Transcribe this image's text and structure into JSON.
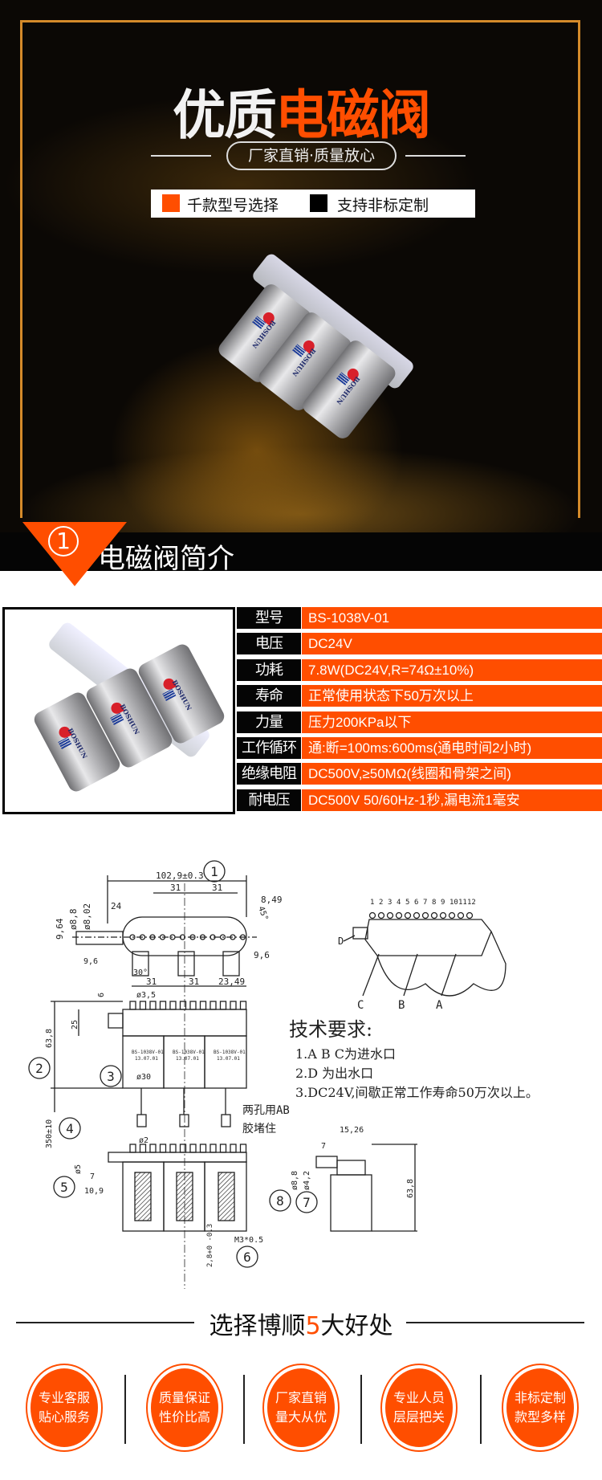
{
  "colors": {
    "accent": "#ff4e00",
    "dark": "#050505",
    "gold": "#d48a2a"
  },
  "hero": {
    "title_white": "优质",
    "title_orange": "电磁阀",
    "subtitle": "厂家直销·质量放心",
    "feature1": "千款型号选择",
    "feature2": "支持非标定制",
    "brand": "BOSHUN"
  },
  "section1": {
    "number": "1",
    "title": "电磁阀简介"
  },
  "specs": [
    {
      "label": "型号",
      "value": "BS-1038V-01"
    },
    {
      "label": "电压",
      "value": "DC24V"
    },
    {
      "label": "功耗",
      "value": "7.8W(DC24V,R=74Ω±10%)"
    },
    {
      "label": "寿命",
      "value": "正常使用状态下50万次以上"
    },
    {
      "label": "力量",
      "value": "压力200KPa以下"
    },
    {
      "label": "工作循环",
      "value": "通:断=100ms:600ms(通电时间2小时)"
    },
    {
      "label": "绝缘电阻",
      "value": "DC500V,≥50MΩ(线圈和骨架之间)"
    },
    {
      "label": "耐电压",
      "value": "DC500V 50/60Hz-1秒,漏电流1毫安"
    }
  ],
  "diagram": {
    "dims": {
      "length": "102,9±0.3",
      "pitch": "31",
      "d1": "8,49",
      "angle": "45°",
      "w964": "9,64",
      "d88": "ø8,8",
      "d802": "ø8,02",
      "r24": "24",
      "r96": "9,6",
      "w96": "9,6",
      "a30": "30°",
      "end": "23,49",
      "d35": "ø3,5",
      "h6": "6",
      "h25": "25",
      "h638": "63,8",
      "d30": "ø30",
      "wire": "350±10",
      "d2": "ø2",
      "d5": "ø5",
      "w7": "7",
      "w109": "10,9",
      "tol": "2,8+0 -0.3",
      "thread": "M3*0.5",
      "w1526": "15,26",
      "d42": "ø4,2",
      "coil_label": "BS-1038V-01",
      "coil_date": "13.07.01"
    },
    "callouts": [
      "1",
      "2",
      "3",
      "4",
      "5",
      "6",
      "7",
      "8"
    ],
    "note_plug": [
      "两孔用AB",
      "胶堵住"
    ],
    "pins": [
      "1",
      "2",
      "3",
      "4",
      "5",
      "6",
      "7",
      "8",
      "9",
      "10",
      "11",
      "12"
    ],
    "ports": [
      "A",
      "B",
      "C",
      "D"
    ]
  },
  "tech": {
    "title": "技术要求:",
    "items": [
      "1.A  B  C为进水口",
      "2.D    为出水口",
      "3.DC24V,间歇正常工作寿命50万次以上。"
    ]
  },
  "benefits": {
    "title_pre": "选择博顺",
    "title_num": "5",
    "title_post": "大好处",
    "items": [
      [
        "专业客服",
        "贴心服务"
      ],
      [
        "质量保证",
        "性价比高"
      ],
      [
        "厂家直销",
        "量大从优"
      ],
      [
        "专业人员",
        "层层把关"
      ],
      [
        "非标定制",
        "款型多样"
      ]
    ]
  }
}
